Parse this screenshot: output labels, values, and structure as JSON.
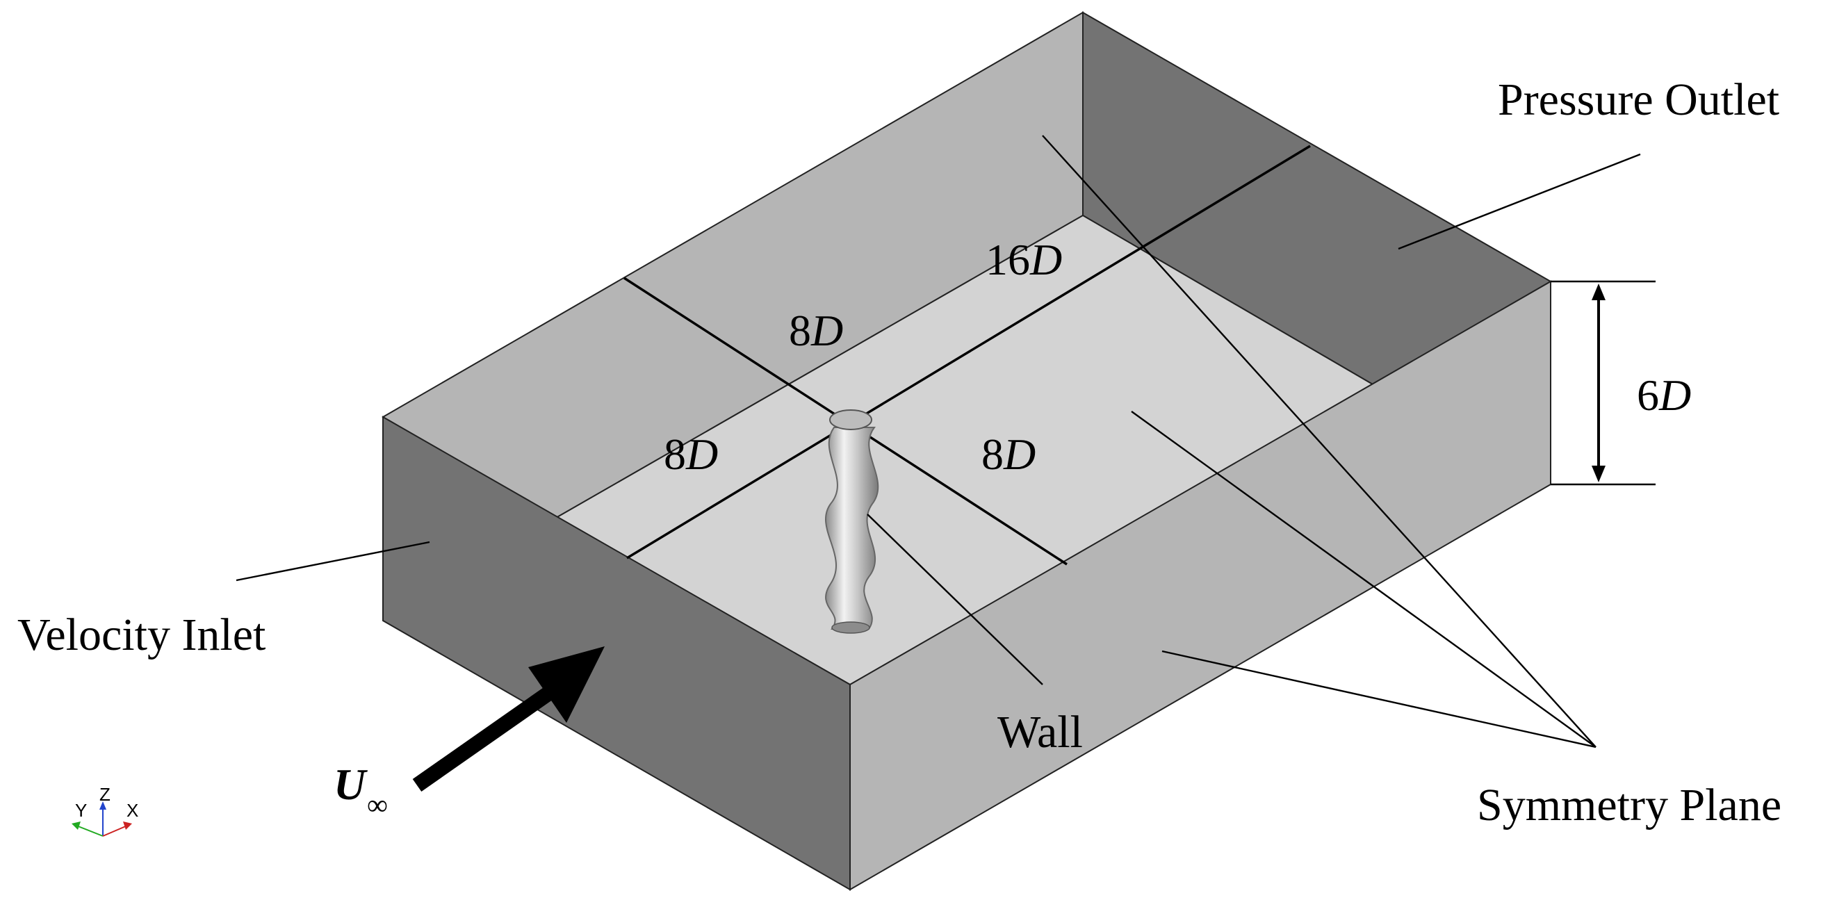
{
  "labels": {
    "pressure_outlet": "Pressure Outlet",
    "velocity_inlet": "Velocity Inlet",
    "wall": "Wall",
    "symmetry_plane": "Symmetry Plane",
    "freestream_symbol": "U",
    "freestream_subscript": "∞"
  },
  "dimensions": {
    "length_downstream": {
      "num": "16",
      "unit": "D"
    },
    "length_upstream": {
      "num": "8",
      "unit": "D"
    },
    "width_left": {
      "num": "8",
      "unit": "D"
    },
    "width_right": {
      "num": "8",
      "unit": "D"
    },
    "height": {
      "num": "6",
      "unit": "D"
    }
  },
  "axis_triad": {
    "y": "Y",
    "z": "Z",
    "x": "X"
  },
  "colors": {
    "inlet_face": "#737373",
    "outlet_face": "#737373",
    "side_wall": "#b5b5b5",
    "floor": "#d3d3d3",
    "axis_x": "#cc2222",
    "axis_y": "#22aa22",
    "axis_z": "#2244cc"
  }
}
